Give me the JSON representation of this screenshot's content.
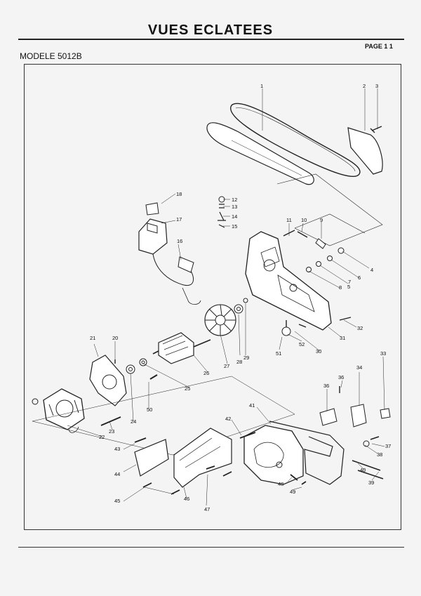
{
  "header": {
    "title": "VUES ECLATEES",
    "page": "PAGE 1 1",
    "model": "MODELE 5012B"
  },
  "diagram": {
    "part_numbers": [
      "1",
      "2",
      "3",
      "4",
      "5",
      "6",
      "7",
      "8",
      "9",
      "10",
      "11",
      "12",
      "13",
      "14",
      "15",
      "16",
      "17",
      "18",
      "20",
      "21",
      "22",
      "23",
      "24",
      "25",
      "26",
      "27",
      "28",
      "29",
      "30",
      "31",
      "32",
      "33",
      "34",
      "36",
      "36",
      "37",
      "38",
      "39",
      "40",
      "41",
      "42",
      "43",
      "44",
      "45",
      "46",
      "47",
      "48",
      "49",
      "50",
      "51",
      "52"
    ]
  }
}
